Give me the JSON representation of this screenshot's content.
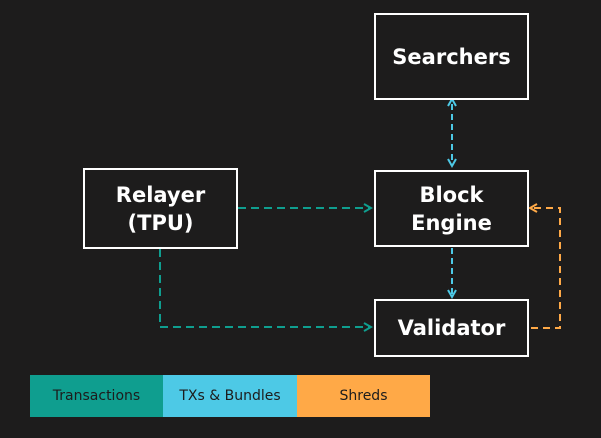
{
  "nodes": {
    "searchers": {
      "label": "Searchers"
    },
    "block_engine": {
      "line1": "Block",
      "line2": "Engine"
    },
    "relayer": {
      "line1": "Relayer",
      "line2": "(TPU)"
    },
    "validator": {
      "label": "Validator"
    }
  },
  "legend": [
    {
      "label": "Transactions",
      "color": "#0f9e8f"
    },
    {
      "label": "TXs & Bundles",
      "color": "#4dc9e6"
    },
    {
      "label": "Shreds",
      "color": "#ffa947"
    }
  ],
  "colors": {
    "background": "#1d1c1c",
    "node_border": "#ffffff",
    "transactions": "#0f9e8f",
    "bundles": "#4dc9e6",
    "shreds": "#ffa947"
  }
}
